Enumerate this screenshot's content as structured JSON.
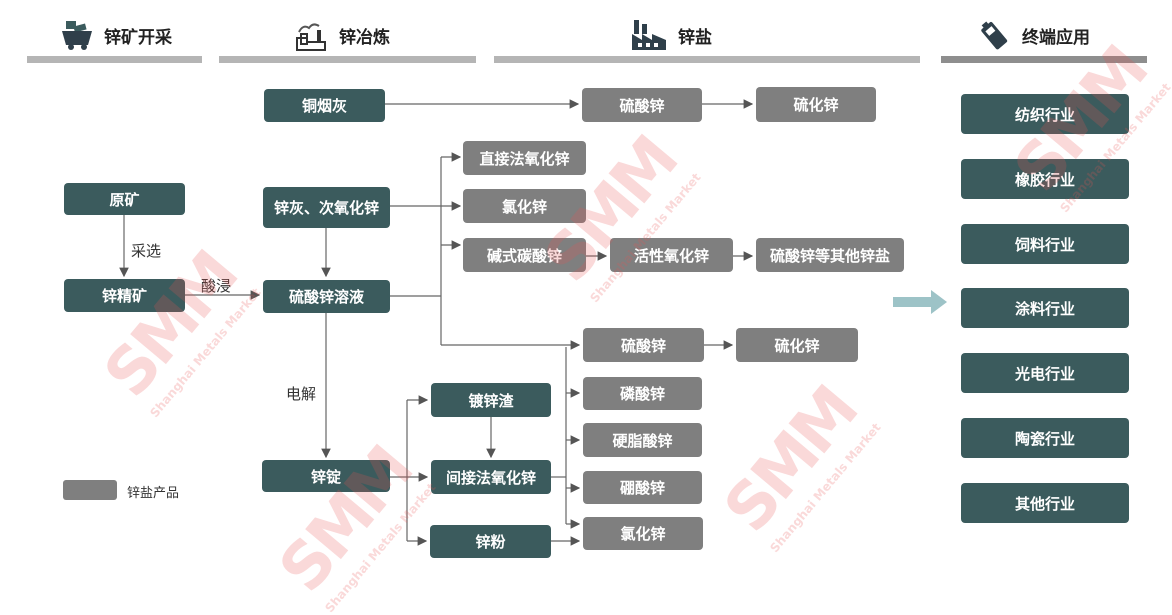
{
  "headers": [
    {
      "id": "mining",
      "label": "锌矿开采",
      "icon": "mining-cart-icon"
    },
    {
      "id": "smelting",
      "label": "锌冶炼",
      "icon": "furnace-icon"
    },
    {
      "id": "salts",
      "label": "锌盐",
      "icon": "factory-icon"
    },
    {
      "id": "end",
      "label": "终端应用",
      "icon": "battery-icon"
    }
  ],
  "nodes": {
    "ore": "原矿",
    "concentrate": "锌精矿",
    "copper_ash": "铜烟灰",
    "zinc_ash": "锌灰、次氧化锌",
    "zinc_sulfate_solution": "硫酸锌溶液",
    "ingot": "锌锭",
    "galvanizing_dross": "镀锌渣",
    "indirect_zno": "间接法氧化锌",
    "zinc_powder": "锌粉",
    "zinc_sulfate_top": "硫酸锌",
    "zinc_sulfide_top": "硫化锌",
    "direct_zno": "直接法氧化锌",
    "zinc_chloride_mid": "氯化锌",
    "basic_zinc_carbonate": "碱式碳酸锌",
    "active_zno": "活性氧化锌",
    "zinc_sulfate_others": "硫酸锌等其他锌盐",
    "zinc_sulfate_low": "硫酸锌",
    "zinc_sulfide_low": "硫化锌",
    "zinc_phosphate": "磷酸锌",
    "zinc_stearate": "硬脂酸锌",
    "zinc_borate": "硼酸锌",
    "zinc_chloride_low": "氯化锌"
  },
  "edge_labels": {
    "beneficiation": "采选",
    "acid_leach": "酸浸",
    "electrolysis": "电解"
  },
  "end_uses": [
    "纺织行业",
    "橡胶行业",
    "饲料行业",
    "涂料行业",
    "光电行业",
    "陶瓷行业",
    "其他行业"
  ],
  "legend": {
    "label": "锌盐产品",
    "color": "#7f7f7f"
  },
  "colors": {
    "teal": "#3b5b5d",
    "grey": "#7f7f7f",
    "arrow": "#9dc3c7"
  }
}
